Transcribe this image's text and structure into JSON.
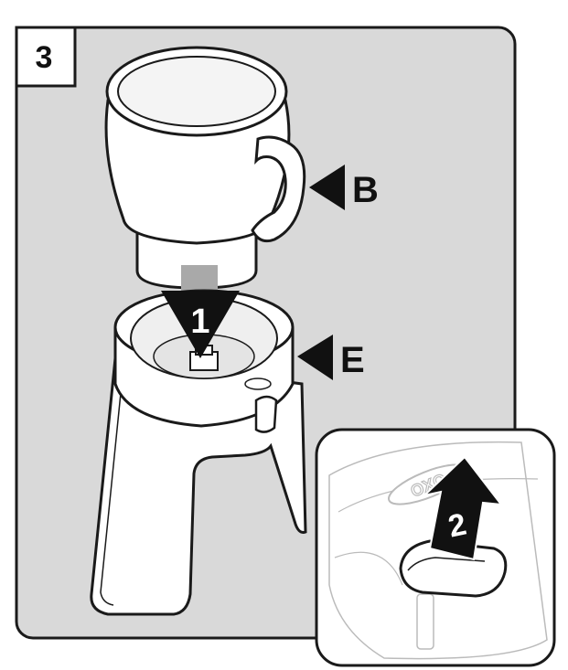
{
  "figure": {
    "step_number": "3",
    "labels": [
      {
        "id": "B",
        "text": "B"
      },
      {
        "id": "E",
        "text": "E"
      }
    ],
    "steps": [
      "1",
      "2"
    ],
    "brand_text": "OXO",
    "colors": {
      "panel": "#d9d9d9",
      "inset_bg": "#ffffff",
      "outline": "#1a1a1a",
      "arrow": "#111111",
      "part_fill": "#ffffff"
    }
  }
}
